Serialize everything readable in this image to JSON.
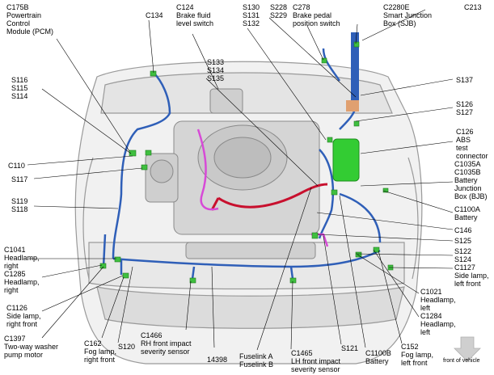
{
  "labels": {
    "c175b": "C175B\nPowertrain\nControl\nModule (PCM)",
    "c134": "C134",
    "c124": "C124\nBrake fluid\nlevel switch",
    "s130": "S130\nS131\nS132",
    "s228": "S228\nS229",
    "c278": "C278\nBrake pedal\nposition switch",
    "c2280e": "C2280E\nSmart Junction\nBox (SJB)",
    "c213": "C213",
    "s116": "S116\nS115\nS114",
    "s133": "S133\nS134\nS135",
    "s137": "S137",
    "s126": "S126\nS127",
    "c126": "C126\nABS\ntest\nconnector",
    "c110": "C110",
    "c1035": "C1035A\nC1035B\nBattery\nJunction\nBox (BJB)",
    "s117": "S117",
    "s119": "S119\nS118",
    "c1100a": "C1100A\nBattery",
    "c146": "C146",
    "s125": "S125",
    "s122": "S122\nS124",
    "c1041": "C1041\nHeadlamp,\nright",
    "c1285": "C1285\nHeadlamp,\nright",
    "c1127": "C1127\nSide lamp,\nleft front",
    "c1126": "C1126\nSide lamp,\nright front",
    "c1021": "C1021\nHeadlamp,\nleft",
    "c1284": "C1284\nHeadlamp,\nleft",
    "c1397": "C1397\nTwo-way washer\npump motor",
    "c162": "C162\nFog lamp,\nright front",
    "s120": "S120",
    "c1466": "C1466\nRH front impact\nseverity sensor",
    "w14398": "14398",
    "fuselink": "Fuselink A\nFuselink B",
    "c1465": "C1465\nLH front impact\nseverity sensor",
    "s121": "S121",
    "c1100b": "C1100B\nBattery",
    "c152": "C152\nFog lamp,\nleft front",
    "front": "front of vehicle"
  },
  "colors": {
    "harness": "#2f5fb8",
    "power": "#c8102e",
    "sensor": "#d74ad7",
    "connector": "#3fbf3f",
    "junction_box": "#33cc33",
    "body": "#dcdcdc"
  }
}
